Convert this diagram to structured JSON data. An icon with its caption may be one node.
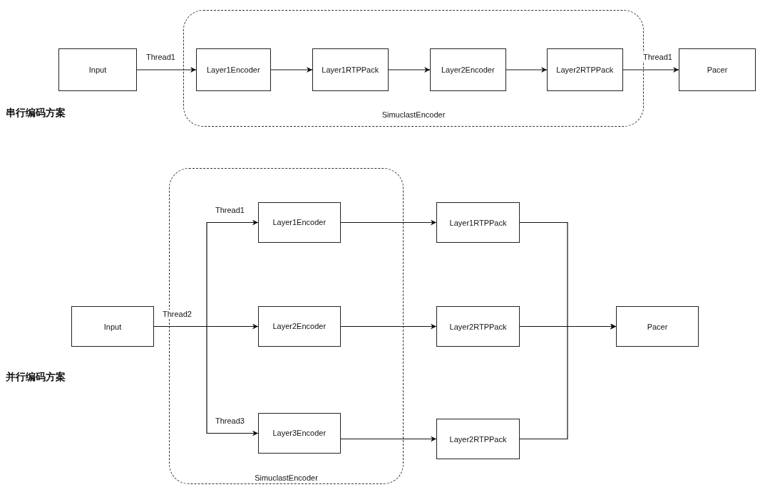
{
  "diagram": {
    "nodes": [
      {
        "text": [
          "SimuclastEncoder"
        ]
      },
      {
        "text": [
          "Input"
        ]
      },
      {
        "text": [
          "Layer1Encoder"
        ],
        "in": 0
      },
      {
        "text": [
          "Layer1RTPPack"
        ],
        "in": 0
      },
      {
        "text": [
          "Layer2Encoder"
        ],
        "in": 0
      },
      {
        "text": [
          "Layer2RTPPack"
        ],
        "in": 0
      },
      {
        "text": [
          "Pacer"
        ]
      },
      {
        "text": [
          "SimuclastEncoder"
        ]
      },
      {
        "text": [
          "Input"
        ]
      },
      {
        "text": [
          "Layer1Encoder"
        ],
        "in": 7
      },
      {
        "text": [
          "Layer2Encoder"
        ],
        "in": 7
      },
      {
        "text": [
          "Layer3Encoder"
        ],
        "in": 7
      },
      {
        "text": [
          "Layer1RTPPack"
        ]
      },
      {
        "text": [
          "Layer2RTPPack"
        ]
      },
      {
        "text": [
          "Layer2RTPPack"
        ]
      },
      {
        "text": [
          "Pacer"
        ]
      }
    ],
    "edges": [
      {
        "from": 1,
        "to": 2,
        "arrow": "to",
        "label": "Thread1"
      },
      {
        "from": 2,
        "to": 3,
        "arrow": "to"
      },
      {
        "from": 3,
        "to": 4,
        "arrow": "to"
      },
      {
        "from": 4,
        "to": 5,
        "arrow": "to"
      },
      {
        "from": 5,
        "to": 6,
        "arrow": "to",
        "label": "Thread1"
      },
      {
        "from": 8,
        "to": 9,
        "arrow": "to",
        "label": "Thread1"
      },
      {
        "from": 8,
        "to": 10,
        "arrow": "to",
        "label": "Thread2"
      },
      {
        "from": 8,
        "to": 11,
        "arrow": "to",
        "label": "Thread3"
      },
      {
        "from": 9,
        "to": 12,
        "arrow": "to"
      },
      {
        "from": 10,
        "to": 13,
        "arrow": "to"
      },
      {
        "from": 11,
        "to": 14,
        "arrow": "to"
      },
      {
        "from": 12,
        "to": 15,
        "arrow": "to"
      },
      {
        "from": 13,
        "to": 15,
        "arrow": "to"
      },
      {
        "from": 14,
        "to": 15,
        "arrow": "to"
      }
    ],
    "labels": [
      "串行编码方案",
      "并行编码方案"
    ]
  }
}
